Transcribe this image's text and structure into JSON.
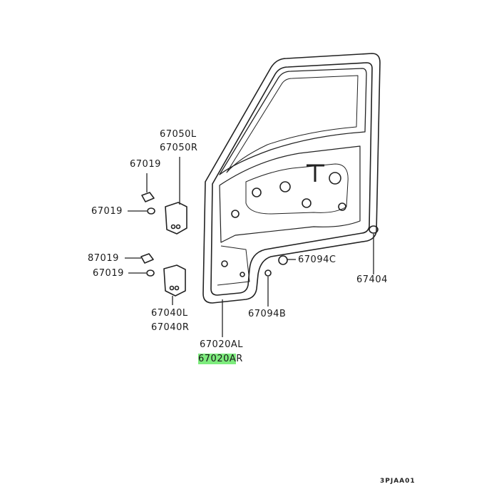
{
  "diagram": {
    "labels": {
      "hinge_upper_l": "67050L",
      "hinge_upper_r": "67050R",
      "bolt_top": "67019",
      "bolt_upper": "67019",
      "bolt_lower_a": "87019",
      "bolt_lower_b": "67019",
      "hinge_lower_l": "67040L",
      "hinge_lower_r": "67040R",
      "door_l": "67020AL",
      "door_r_highlight": "67020A",
      "door_r_suffix": "R",
      "plug_c": "67094C",
      "plug_b": "67094B",
      "grommet": "67404"
    },
    "highlight_color": "#7dec7d",
    "figure_code": "3PJAA01"
  }
}
